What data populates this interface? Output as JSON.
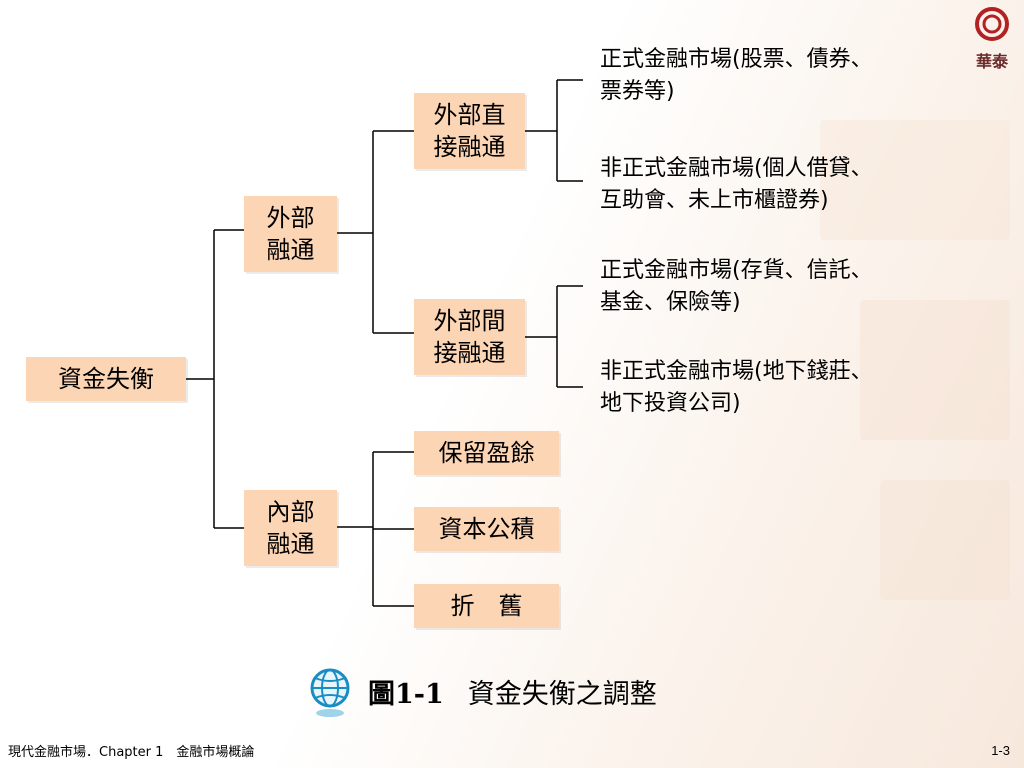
{
  "root": {
    "label": "資金失衡"
  },
  "external": {
    "label": "外部\n融通",
    "direct": {
      "label": "外部直\n接融通",
      "leaves": [
        "正式金融市場(股票、債券、\n票券等)",
        "非正式金融市場(個人借貸、\n互助會、未上市櫃證券)"
      ]
    },
    "indirect": {
      "label": "外部間\n接融通",
      "leaves": [
        "正式金融市場(存貨、信託、\n基金、保險等)",
        "非正式金融市場(地下錢莊、\n地下投資公司)"
      ]
    }
  },
  "internal": {
    "label": "內部\n融通",
    "items": [
      "保留盈餘",
      "資本公積",
      "折　舊"
    ]
  },
  "caption": {
    "number": "圖1-1",
    "title": "資金失衡之調整"
  },
  "footer": {
    "left": "現代金融市場．Chapter 1　金融市場概論",
    "page": "1-3"
  },
  "logo": {
    "text": "華泰"
  },
  "colors": {
    "node_fill": "#fcd5b4",
    "line": "#000000",
    "logo": "#b22222"
  },
  "icons": [
    "logo-ring-icon",
    "globe-icon"
  ]
}
